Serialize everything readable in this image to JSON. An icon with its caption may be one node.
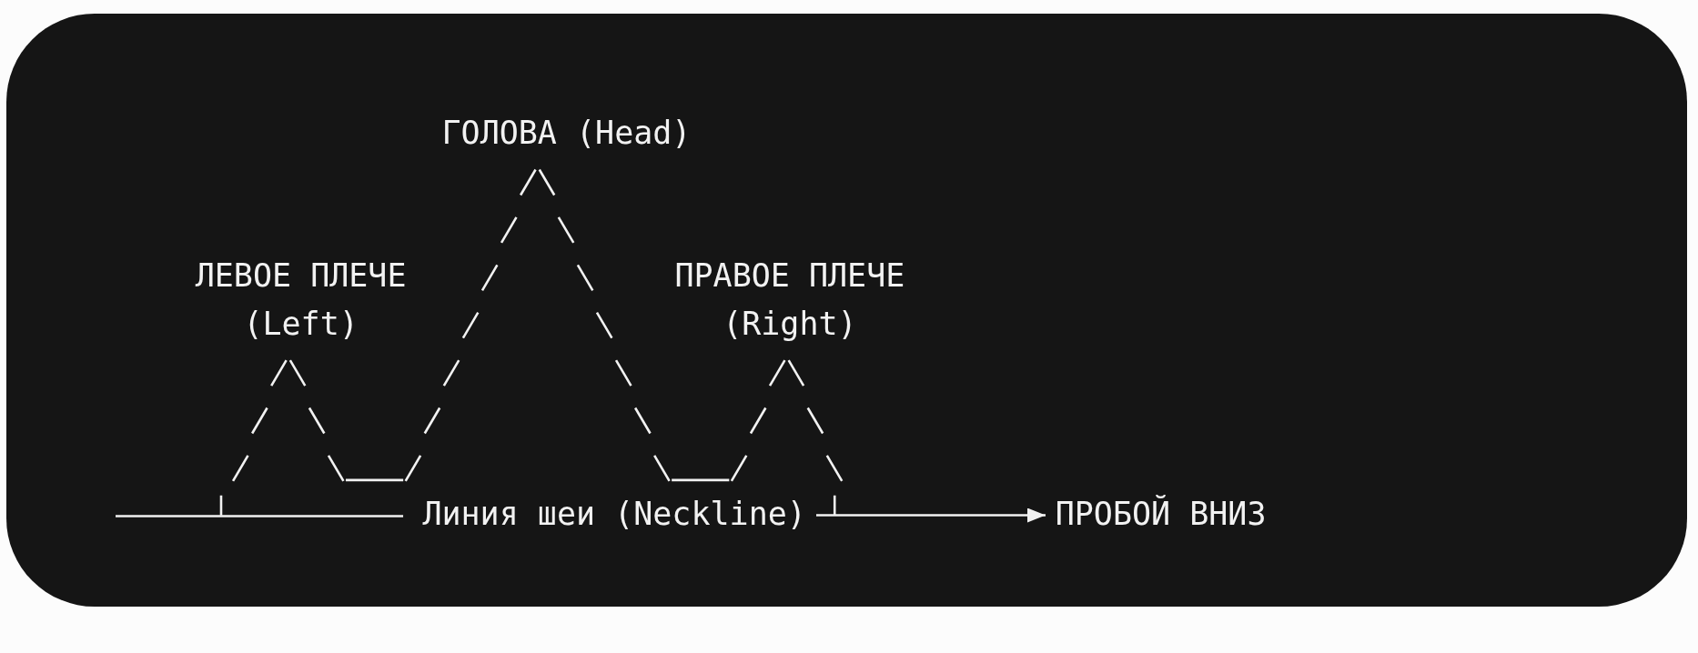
{
  "diagram": {
    "nodes": [
      {
        "text": [
          "Линия шеи (Neckline)"
        ]
      },
      {
        "text": [
          "ПРОБОЙ ВНИЗ"
        ]
      }
    ],
    "edges": [
      {
        "from": 0,
        "to": 1,
        "arrow": "to"
      }
    ],
    "labels": [
      "ГОЛОВА (Head)",
      "ЛЕВОЕ ПЛЕЧЕ (Left)",
      "ПРАВОЕ ПЛЕЧЕ (Right)"
    ]
  }
}
